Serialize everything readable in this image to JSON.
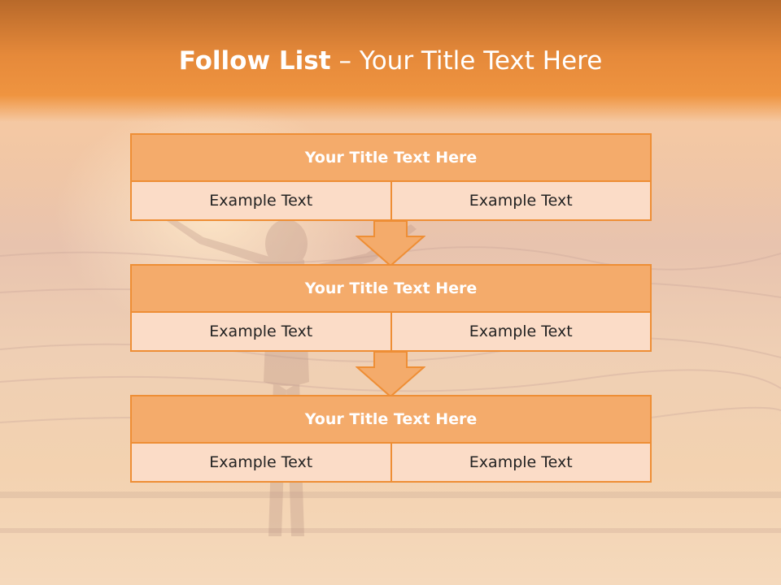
{
  "slide": {
    "title_bold": "Follow List",
    "title_rest": "– Your Title Text Here"
  },
  "blocks": [
    {
      "title": "Your Title Text Here",
      "left": "Example Text",
      "right": "Example Text"
    },
    {
      "title": "Your Title Text Here",
      "left": "Example Text",
      "right": "Example Text"
    },
    {
      "title": "Your Title Text Here",
      "left": "Example Text",
      "right": "Example Text"
    }
  ],
  "colors": {
    "accent": "#ee8e35",
    "header_fill": "#f4ab6b",
    "cell_fill": "#fbdcc7",
    "title_text": "#ffffff"
  }
}
